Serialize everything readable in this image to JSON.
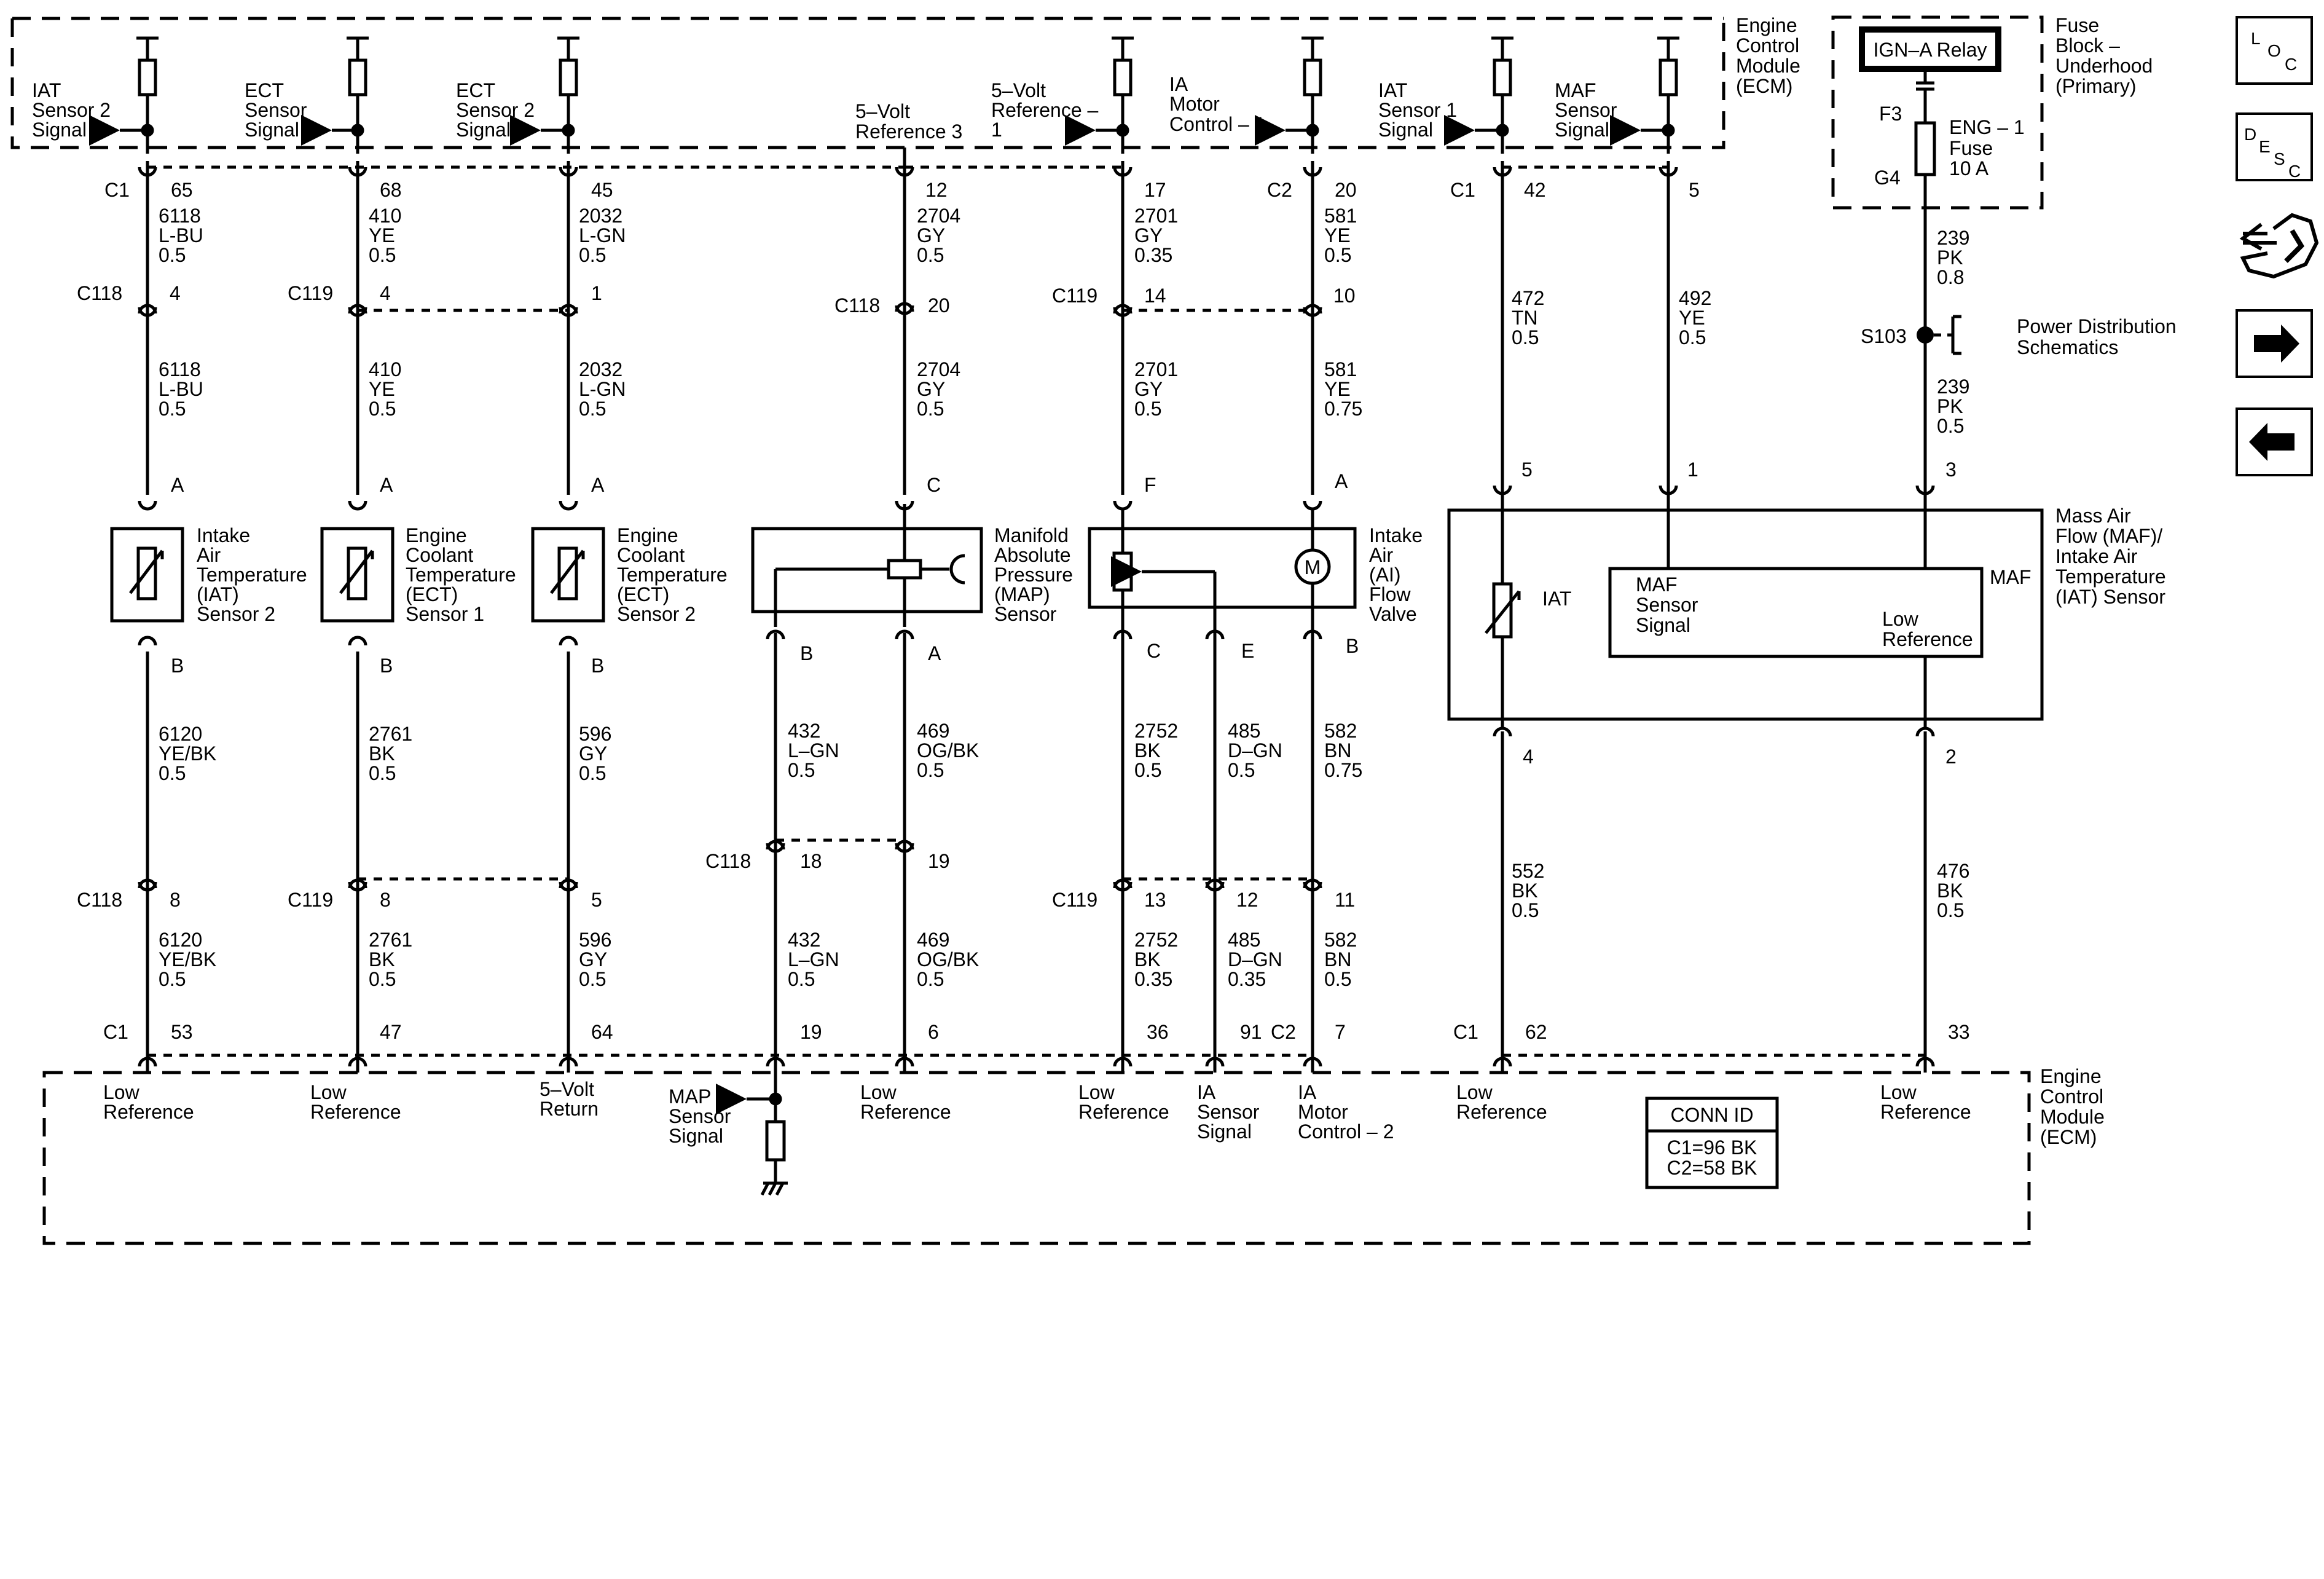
{
  "ecm_top": [
    "Engine",
    "Control",
    "Module",
    "(ECM)"
  ],
  "ecm_bottom": [
    "Engine",
    "Control",
    "Module",
    "(ECM)"
  ],
  "fuse_block": [
    "Fuse",
    "Block –",
    "Underhood",
    "(Primary)"
  ],
  "relay": "IGN–A Relay",
  "fuse": {
    "f3": "F3",
    "g4": "G4",
    "name": [
      "ENG – 1",
      "Fuse",
      "10 A"
    ]
  },
  "splice": {
    "id": "S103",
    "text": [
      "Power Distribution",
      "Schematics"
    ]
  },
  "top_signals": {
    "iat2": [
      "IAT",
      "Sensor 2",
      "Signal"
    ],
    "ect1": [
      "ECT",
      "Sensor",
      "Signal"
    ],
    "ect2": [
      "ECT",
      "Sensor 2",
      "Signal"
    ],
    "ref3": [
      "5–Volt",
      "Reference 3"
    ],
    "ref1": [
      "5–Volt",
      "Reference –",
      "1"
    ],
    "ia1": [
      "IA",
      "Motor",
      "Control – 1"
    ],
    "iat1": [
      "IAT",
      "Sensor 1",
      "Signal"
    ],
    "maf": [
      "MAF",
      "Sensor",
      "Signal"
    ]
  },
  "top_pins": {
    "c1a": "C1",
    "c2": "C2",
    "c1b": "C1",
    "p65": "65",
    "p68": "68",
    "p45": "45",
    "p12": "12",
    "p17": "17",
    "p20": "20",
    "p42": "42",
    "p5": "5"
  },
  "wires_top": {
    "iat2": [
      "6118",
      "L-BU",
      "0.5"
    ],
    "ect1": [
      "410",
      "YE",
      "0.5"
    ],
    "ect2": [
      "2032",
      "L-GN",
      "0.5"
    ],
    "ref3": [
      "2704",
      "GY",
      "0.5"
    ],
    "ref1": [
      "2701",
      "GY",
      "0.35"
    ],
    "ia1": [
      "581",
      "YE",
      "0.5"
    ],
    "iat1": [
      "472",
      "TN",
      "0.5"
    ],
    "maf": [
      "492",
      "YE",
      "0.5"
    ],
    "pwr1": [
      "239",
      "PK",
      "0.8"
    ],
    "pwr2": [
      "239",
      "PK",
      "0.5"
    ]
  },
  "inline_top": {
    "c118": "C118",
    "p4a": "4",
    "c119": "C119",
    "p4b": "4",
    "p1": "1",
    "c118b": "C118",
    "p20": "20",
    "c119b": "C119",
    "p14": "14",
    "p10": "10"
  },
  "wires_mid": {
    "iat2": [
      "6118",
      "L-BU",
      "0.5"
    ],
    "ect1": [
      "410",
      "YE",
      "0.5"
    ],
    "ect2": [
      "2032",
      "L-GN",
      "0.5"
    ],
    "ref3": [
      "2704",
      "GY",
      "0.5"
    ],
    "ref1": [
      "2701",
      "GY",
      "0.5"
    ],
    "ia1": [
      "581",
      "YE",
      "0.75"
    ]
  },
  "sensor_pins": {
    "iat2a": "A",
    "ect1a": "A",
    "ect2a": "A",
    "mapc": "C",
    "iaf": "F",
    "iaa": "A",
    "maf5": "5",
    "maf1": "1",
    "maf3": "3",
    "iat2b": "B",
    "ect1b": "B",
    "ect2b": "B",
    "mapb": "B",
    "mapa": "A",
    "iac": "C",
    "iae": "E",
    "iab": "B",
    "maf4": "4",
    "maf2": "2"
  },
  "sensors": {
    "iat2": [
      "Intake",
      "Air",
      "Temperature",
      "(IAT)",
      "Sensor 2"
    ],
    "ect1": [
      "Engine",
      "Coolant",
      "Temperature",
      "(ECT)",
      "Sensor 1"
    ],
    "ect2": [
      "Engine",
      "Coolant",
      "Temperature",
      "(ECT)",
      "Sensor 2"
    ],
    "map": [
      "Manifold",
      "Absolute",
      "Pressure",
      "(MAP)",
      "Sensor"
    ],
    "ia": [
      "Intake",
      "Air",
      "(AI)",
      "Flow",
      "Valve"
    ],
    "maf": [
      "Mass Air",
      "Flow (MAF)/",
      "Intake Air",
      "Temperature",
      "(IAT) Sensor"
    ]
  },
  "maf_inner": {
    "iat": "IAT",
    "maf": "MAF",
    "signal": [
      "MAF",
      "Sensor",
      "Signal"
    ],
    "low": [
      "Low",
      "Reference"
    ],
    "motor": "M"
  },
  "wires_low": {
    "iat2": [
      "6120",
      "YE/BK",
      "0.5"
    ],
    "ect1": [
      "2761",
      "BK",
      "0.5"
    ],
    "ect2": [
      "596",
      "GY",
      "0.5"
    ],
    "mapb": [
      "432",
      "L–GN",
      "0.5"
    ],
    "mapa": [
      "469",
      "OG/BK",
      "0.5"
    ],
    "iac": [
      "2752",
      "BK",
      "0.5"
    ],
    "iae": [
      "485",
      "D–GN",
      "0.5"
    ],
    "iab": [
      "582",
      "BN",
      "0.75"
    ],
    "maf4": [
      "552",
      "BK",
      "0.5"
    ],
    "maf2": [
      "476",
      "BK",
      "0.5"
    ]
  },
  "inline_low": {
    "c118a": "C118",
    "p8a": "8",
    "c119a": "C119",
    "p8b": "8",
    "p5": "5",
    "c118b": "C118",
    "p18": "18",
    "p19": "19",
    "c119b": "C119",
    "p13": "13",
    "p12": "12",
    "p11": "11"
  },
  "wires_bottom": {
    "iat2": [
      "6120",
      "YE/BK",
      "0.5"
    ],
    "ect1": [
      "2761",
      "BK",
      "0.5"
    ],
    "ect2": [
      "596",
      "GY",
      "0.5"
    ],
    "mapb": [
      "432",
      "L–GN",
      "0.5"
    ],
    "mapa": [
      "469",
      "OG/BK",
      "0.5"
    ],
    "iac": [
      "2752",
      "BK",
      "0.35"
    ],
    "iae": [
      "485",
      "D–GN",
      "0.35"
    ],
    "iab": [
      "582",
      "BN",
      "0.5"
    ]
  },
  "bottom_pins": {
    "c1a": "C1",
    "p53": "53",
    "p47": "47",
    "p64": "64",
    "p19": "19",
    "p6": "6",
    "p36": "36",
    "p91": "91",
    "c2": "C2",
    "p7": "7",
    "c1b": "C1",
    "p62": "62",
    "p33": "33"
  },
  "bottom_labels": {
    "low1": [
      "Low",
      "Reference"
    ],
    "low2": [
      "Low",
      "Reference"
    ],
    "ret": [
      "5–Volt",
      "Return"
    ],
    "map": [
      "MAP",
      "Sensor",
      "Signal"
    ],
    "low3": [
      "Low",
      "Reference"
    ],
    "low4": [
      "Low",
      "Reference"
    ],
    "ias": [
      "IA",
      "Sensor",
      "Signal"
    ],
    "ia2": [
      "IA",
      "Motor",
      "Control – 2"
    ],
    "low5": [
      "Low",
      "Reference"
    ],
    "low6": [
      "Low",
      "Reference"
    ]
  },
  "conn_id": {
    "title": "CONN ID",
    "lines": [
      "C1=96 BK",
      "C2=58 BK"
    ]
  },
  "nav": {
    "loc": [
      "L",
      "O",
      "C"
    ],
    "desc": [
      "D",
      "E",
      "S",
      "C"
    ],
    "connector_icon": "connector-icon",
    "next_icon": "arrow-right-icon",
    "prev_icon": "arrow-left-icon"
  }
}
